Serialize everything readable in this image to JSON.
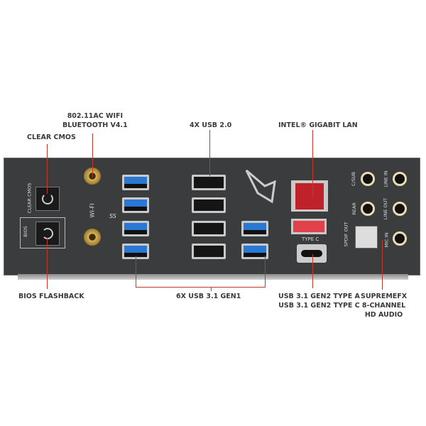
{
  "labels": {
    "clear_cmos": "CLEAR CMOS",
    "wifi_line1": "802.11AC WIFI",
    "wifi_line2": "BLUETOOTH V4.1",
    "usb2": "4X USB 2.0",
    "lan": "INTEL® GIGABIT LAN",
    "bios_flashback": "BIOS FLASHBACK",
    "usb31_gen1": "6X USB 3.1 GEN1",
    "gen2_a": "USB 3.1 GEN2 TYPE A",
    "gen2_c": "USB 3.1 GEN2 TYPE C",
    "audio_line1": "SUPREMEFX",
    "audio_line2": "8-CHANNEL",
    "audio_line3": "HD AUDIO"
  },
  "panel": {
    "clear_cmos": "CLEAR CMOS",
    "bios": "BIOS",
    "wifi": "WI-FI",
    "ss": "SS",
    "type_c": "TYPE C",
    "spdif": "SPDIF OUT",
    "csub": "C/SUB",
    "rear": "REAR",
    "line_in": "LINE IN",
    "line_out": "LINE OUT",
    "mic_in": "MIC IN"
  },
  "colors": {
    "callout": "#c0392b",
    "usb3": "#2a78d4",
    "lan": "#c0222a"
  }
}
